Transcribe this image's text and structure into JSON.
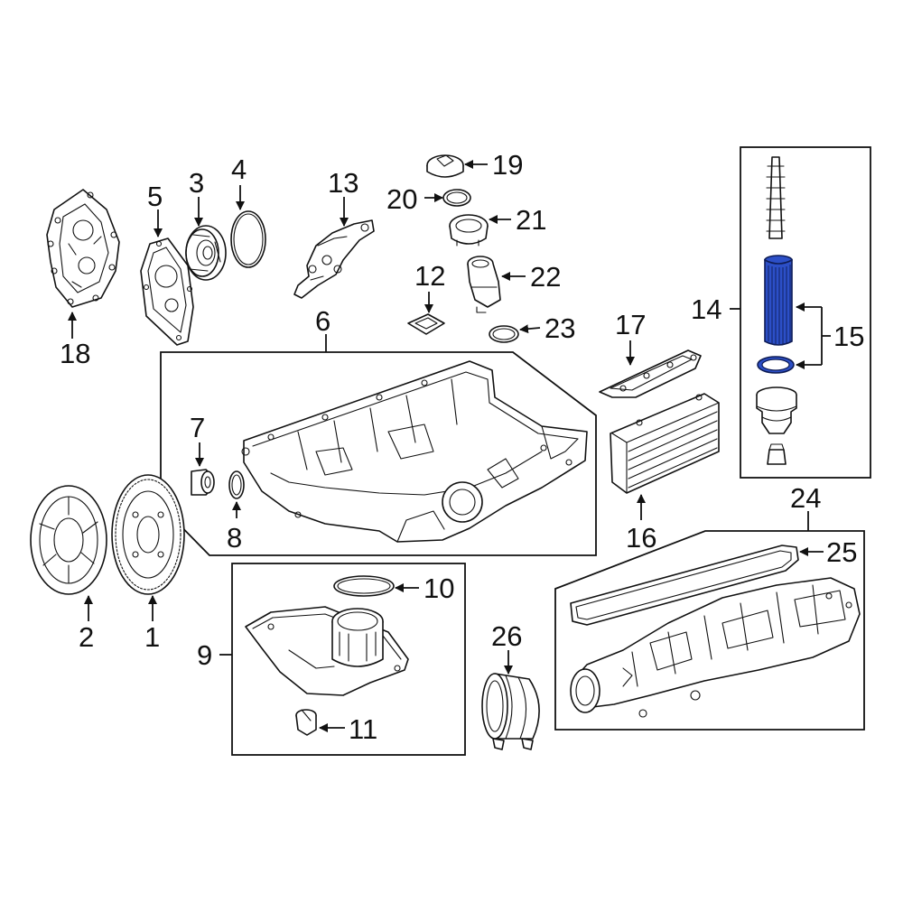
{
  "callouts": {
    "c1": "1",
    "c2": "2",
    "c3": "3",
    "c4": "4",
    "c5": "5",
    "c6": "6",
    "c7": "7",
    "c8": "8",
    "c9": "9",
    "c10": "10",
    "c11": "11",
    "c12": "12",
    "c13": "13",
    "c14": "14",
    "c15": "15",
    "c16": "16",
    "c17": "17",
    "c18": "18",
    "c19": "19",
    "c20": "20",
    "c21": "21",
    "c22": "22",
    "c23": "23",
    "c24": "24",
    "c25": "25",
    "c26": "26"
  },
  "colors": {
    "line": "#111111",
    "background": "#ffffff",
    "highlight_fill": "#2c4fc7",
    "highlight_stroke": "#0e1c55"
  },
  "highlighted_parts": [
    "15"
  ]
}
